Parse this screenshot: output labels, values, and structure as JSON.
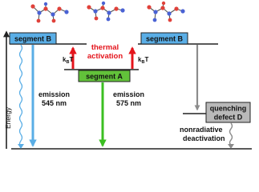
{
  "axis": {
    "label": "Energy"
  },
  "levels": {
    "segment_b_left": {
      "label": "segment B"
    },
    "segment_a": {
      "label": "segment A"
    },
    "segment_b_right": {
      "label": "segment B"
    },
    "defect_d": {
      "label_line1": "quenching",
      "label_line2": "defect D"
    }
  },
  "transitions": {
    "thermal_activation": {
      "line1": "thermal",
      "line2": "activation"
    },
    "kbt_left": {
      "main": "k",
      "sub": "B",
      "tail": "T"
    },
    "kbt_right": {
      "main": "k",
      "sub": "B",
      "tail": "T"
    },
    "emission_545": {
      "line1": "emission",
      "line2": "545 nm"
    },
    "emission_575": {
      "line1": "emission",
      "line2": "575 nm"
    },
    "nonradiative": {
      "line1": "nonradiative",
      "line2": "deactivation"
    }
  },
  "colors": {
    "segment_fill": "#5aaee6",
    "defect_fill": "#b9b9b9",
    "segment_a_fill": "#62c23a",
    "red_arrow": "#e4141b",
    "blue_arrow": "#5aaee6",
    "green_arrow": "#3bbf21",
    "grey_arrow": "#8c8c8c",
    "atom_red": "#e0413a",
    "atom_blue": "#4a62d4"
  }
}
